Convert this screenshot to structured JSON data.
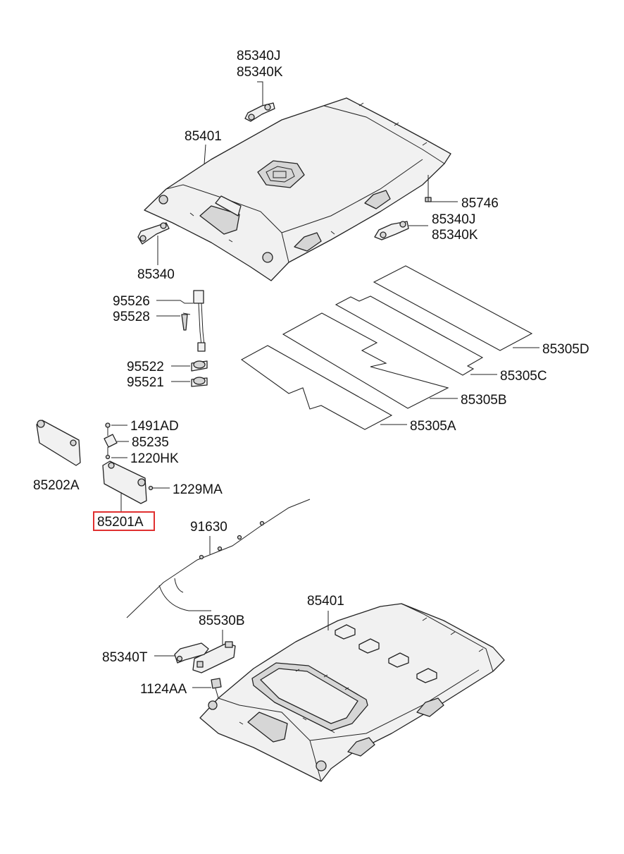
{
  "labels": {
    "upper_handle_top": [
      "85340J",
      "85340K"
    ],
    "upper_headliner": "85401",
    "clip_85746": "85746",
    "handle_right": [
      "85340J",
      "85340K"
    ],
    "handle_left": "85340",
    "lamp_95526": "95526",
    "lamp_95528": "95528",
    "lamp_95522": "95522",
    "lamp_95521": "95521",
    "pad_d": "85305D",
    "pad_c": "85305C",
    "pad_b": "85305B",
    "pad_a": "85305A",
    "screw_1491ad": "1491AD",
    "clip_85235": "85235",
    "screw_1220hk": "1220HK",
    "visor_left": "85202A",
    "screw_1229ma": "1229MA",
    "visor_right_highlighted": "85201A",
    "wiring_91630": "91630",
    "lower_headliner": "85401",
    "bracket_85530b": "85530B",
    "handle_85340t": "85340T",
    "bolt_1124aa": "1124AA"
  },
  "colors": {
    "highlight": "#e03030",
    "line": "#222222",
    "fill": "#f1f1f1"
  }
}
